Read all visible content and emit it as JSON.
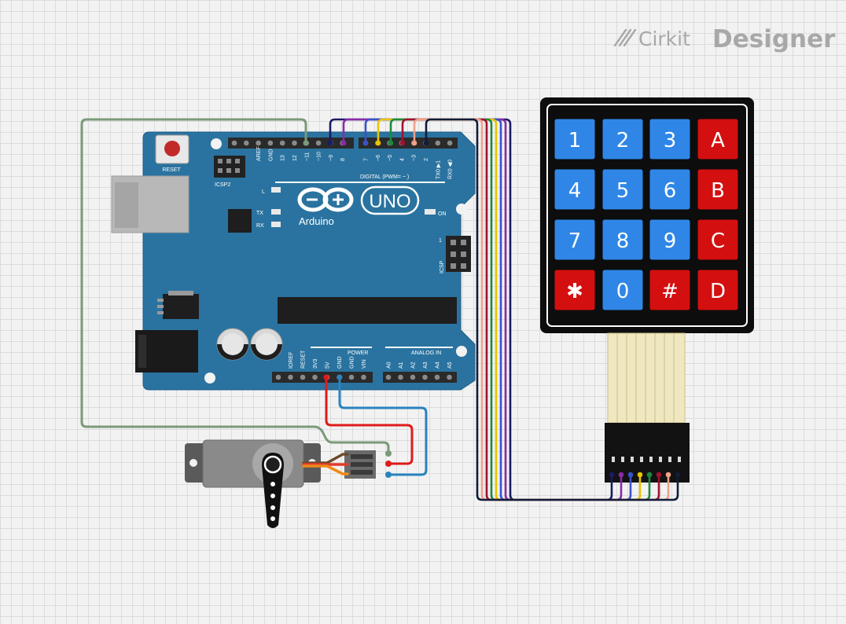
{
  "brand": {
    "prefix": "Cirkit",
    "name": "Designer",
    "logo_icon": "cirkit-slash-icon"
  },
  "arduino": {
    "logo_text": "Arduino",
    "model": "UNO",
    "reset_label": "RESET",
    "icsp2_label": "ICSP2",
    "icsp_label": "ICSP",
    "icsp_pin1": "1",
    "led_l": "L",
    "led_tx": "TX",
    "led_rx": "RX",
    "led_on": "ON",
    "digital_label": "DIGITAL (PWM= ~ )",
    "power_label": "POWER",
    "analog_label": "ANALOG IN",
    "top_pins": [
      "AREF",
      "GND",
      "13",
      "12",
      "~11",
      "~10",
      "~9",
      "8",
      "7",
      "~6",
      "~5",
      "4",
      "~3",
      "2",
      "TX0 ▶1",
      "RX0 ◀0"
    ],
    "bottom_power_pins": [
      "IOREF",
      "RESET",
      "3V3",
      "5V",
      "GND",
      "GND",
      "VIN"
    ],
    "bottom_analog_pins": [
      "A0",
      "A1",
      "A2",
      "A3",
      "A4",
      "A5"
    ]
  },
  "keypad": {
    "keys": [
      {
        "label": "1",
        "kind": "number"
      },
      {
        "label": "2",
        "kind": "number"
      },
      {
        "label": "3",
        "kind": "number"
      },
      {
        "label": "A",
        "kind": "letter"
      },
      {
        "label": "4",
        "kind": "number"
      },
      {
        "label": "5",
        "kind": "number"
      },
      {
        "label": "6",
        "kind": "number"
      },
      {
        "label": "B",
        "kind": "letter"
      },
      {
        "label": "7",
        "kind": "number"
      },
      {
        "label": "8",
        "kind": "number"
      },
      {
        "label": "9",
        "kind": "number"
      },
      {
        "label": "C",
        "kind": "letter"
      },
      {
        "label": "✱",
        "kind": "symbol"
      },
      {
        "label": "0",
        "kind": "number"
      },
      {
        "label": "#",
        "kind": "symbol"
      },
      {
        "label": "D",
        "kind": "letter"
      }
    ]
  },
  "colors": {
    "board": "#2a73a0",
    "key_number": "#2f86e6",
    "key_letter": "#d40f0f",
    "wire_5v": "#e01b1b",
    "wire_gnd": "#2a83c0",
    "wire_signal": "#7a9a7a",
    "row_col_wires": [
      "#1a1a66",
      "#8a2aa8",
      "#3a52c8",
      "#e8c400",
      "#1c8a3c",
      "#a01030",
      "#f0a088",
      "#101c3a"
    ]
  }
}
